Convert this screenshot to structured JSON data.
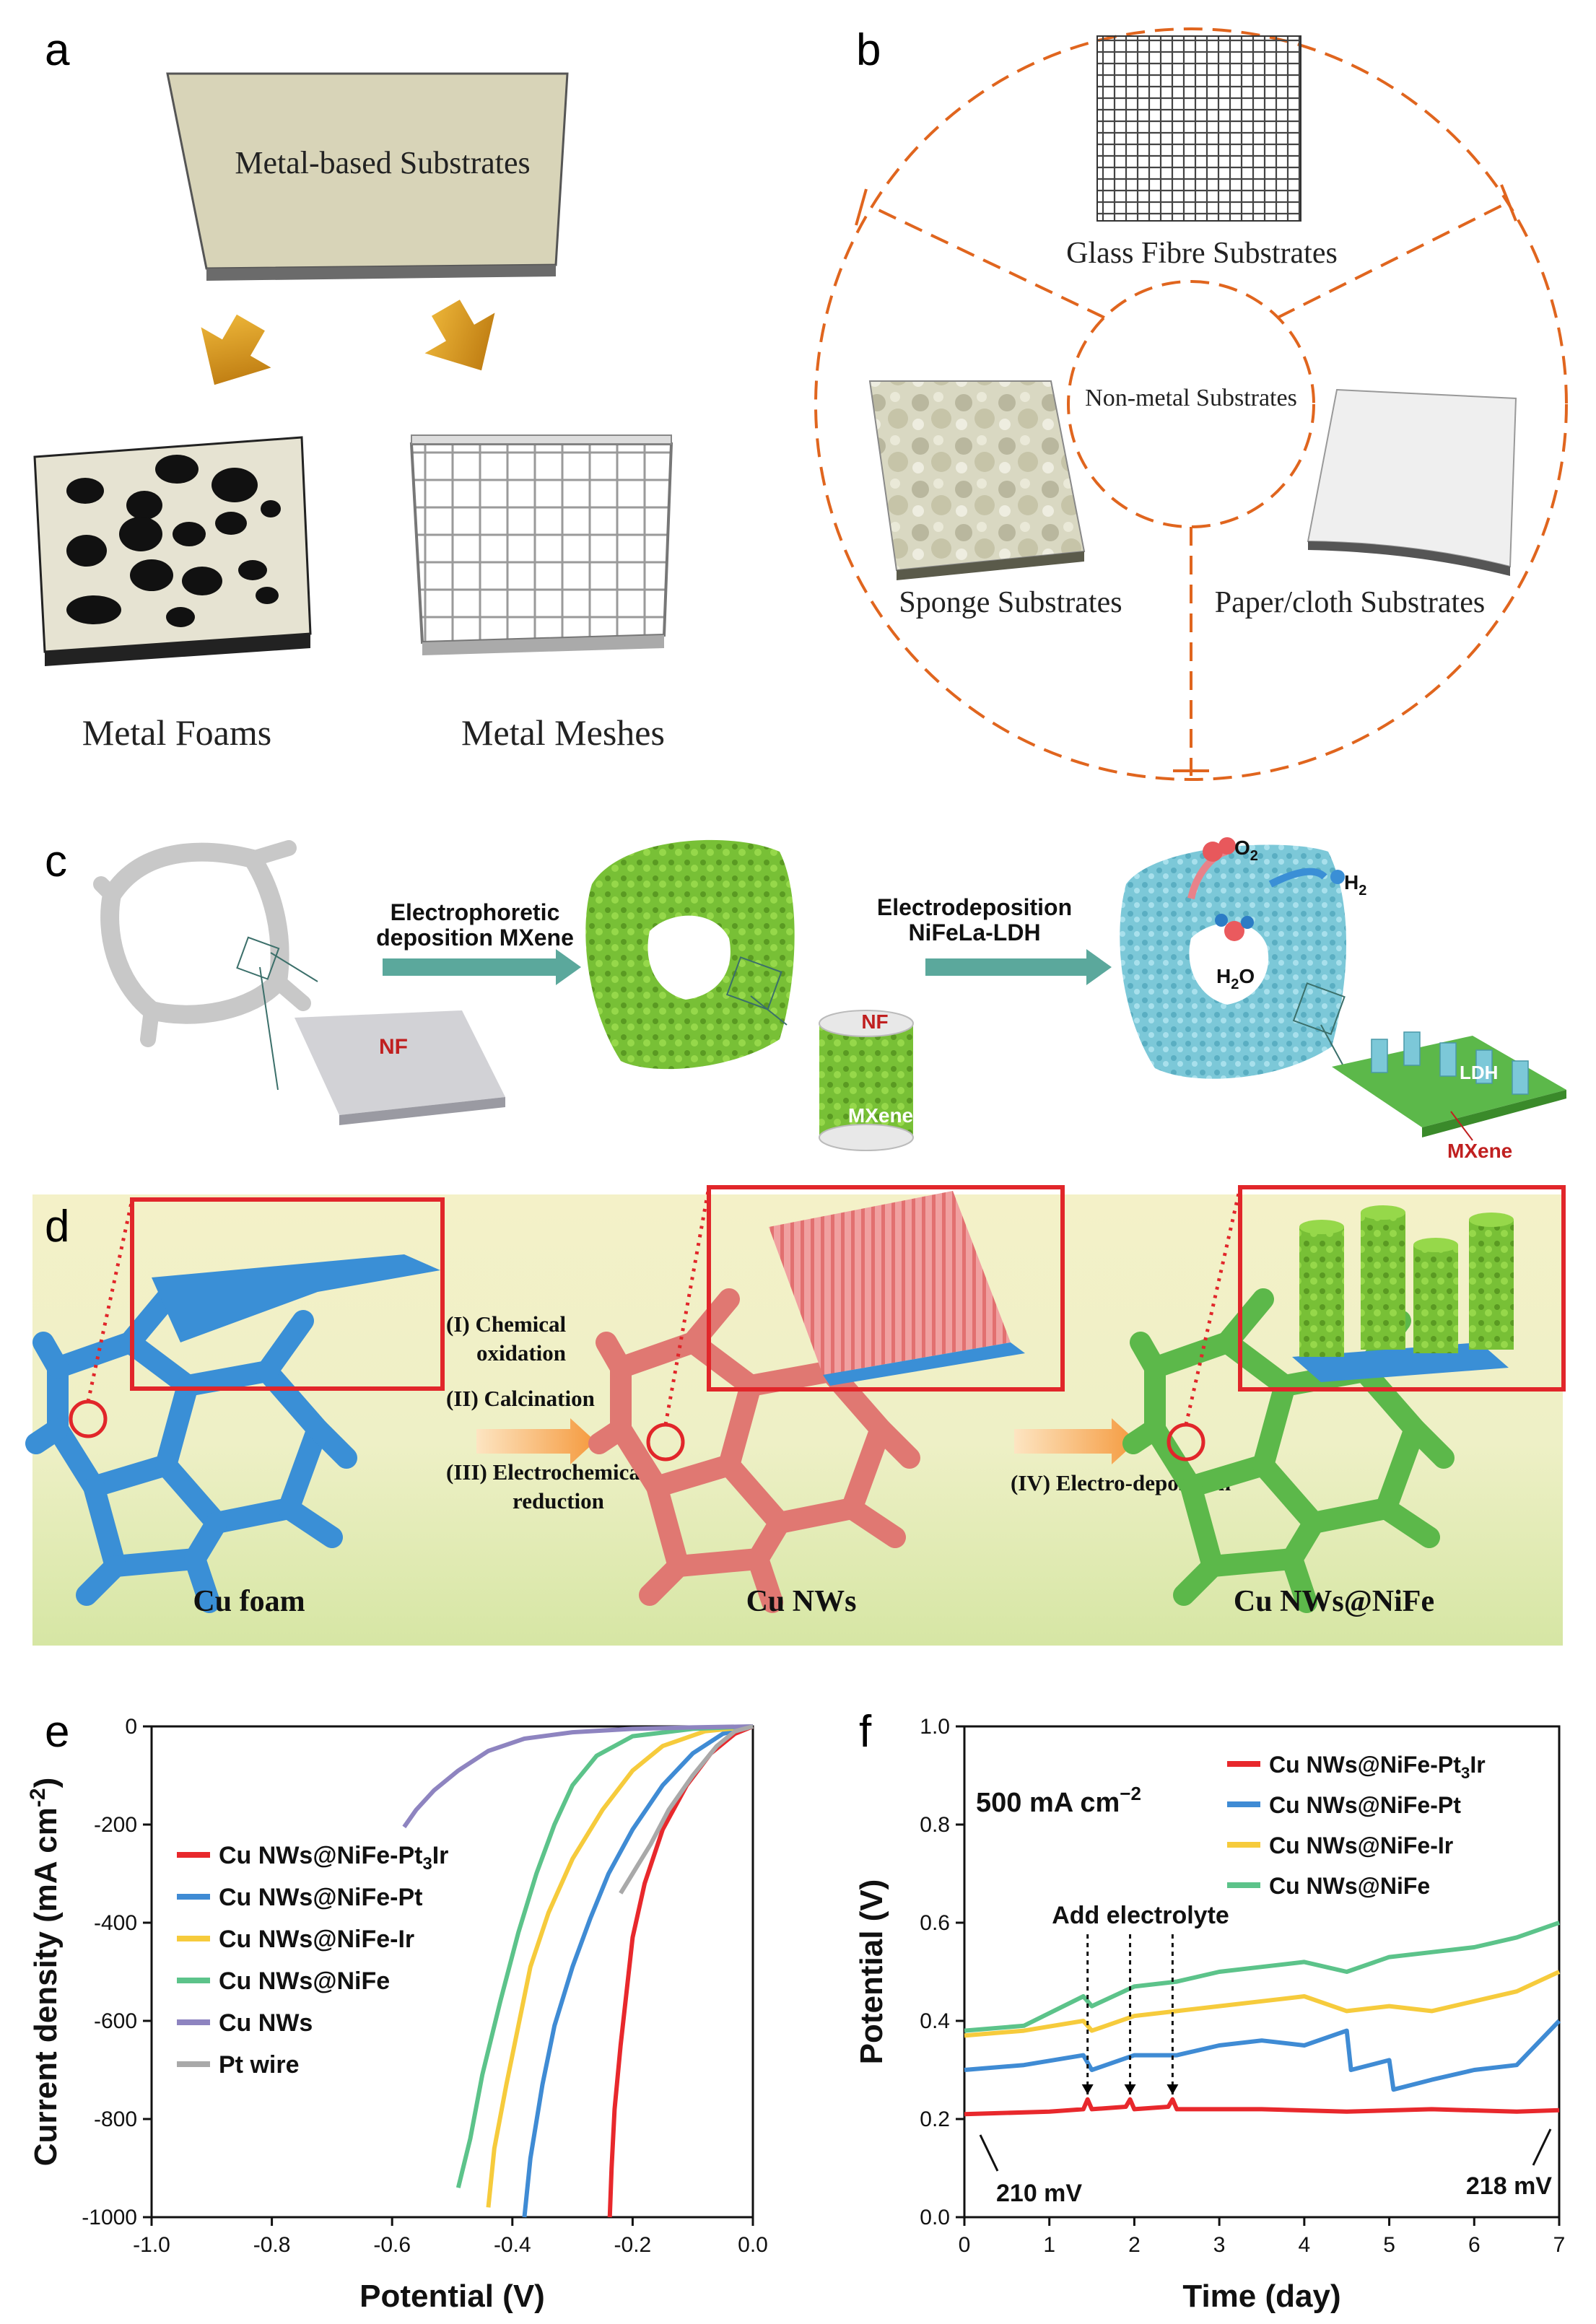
{
  "panels": {
    "a": {
      "label": "a",
      "substrate": "Metal-based Substrates",
      "foams": "Metal Foams",
      "meshes": "Metal Meshes"
    },
    "b": {
      "label": "b",
      "center": "Non-metal Substrates",
      "glass": "Glass Fibre Substrates",
      "sponge": "Sponge Substrates",
      "paper": "Paper/cloth Substrates"
    },
    "c": {
      "label": "c",
      "nf": "NF",
      "step1_line1": "Electrophoretic",
      "step1_line2": "deposition MXene",
      "step2_line1": "Electrodeposition",
      "step2_line2": "NiFeLa-LDH",
      "o2": "O",
      "o2_sub": "2",
      "h2": "H",
      "h2_sub": "2",
      "h2o": "H",
      "h2o_sub": "2",
      "h2o_tail": "O",
      "mxene": "MXene",
      "ldh": "LDH"
    },
    "d": {
      "label": "d",
      "step1": "(I) Chemical",
      "step1b": "oxidation",
      "step2": "(II) Calcination",
      "step3": "(III) Electrochemical",
      "step3b": "reduction",
      "step4": "(IV) Electro-deposition",
      "cu_foam": "Cu foam",
      "cu_nws": "Cu NWs",
      "cu_nws_nife": "Cu NWs@NiFe"
    }
  },
  "colors": {
    "red": "#e8282c",
    "blue": "#3f8bd4",
    "yellow": "#f6cb3c",
    "green": "#5cc38a",
    "purple": "#8e84c0",
    "gray": "#a9a9a9",
    "orange_dash": "#e0651e",
    "foam_blue": "#3a8fd6",
    "foam_red": "#e07872",
    "foam_green": "#5cb84a",
    "mxene_green": "#7cc43a",
    "ldh_cyan": "#7cc8d8"
  },
  "chart_data": [
    {
      "panel": "e",
      "type": "line",
      "xlabel": "Potential (V)",
      "ylabel": "Current density (mA cm",
      "ylabel_sup": "-2",
      "ylabel_tail": ")",
      "xlim": [
        -1.0,
        0.0
      ],
      "ylim": [
        -1000,
        0
      ],
      "xticks": [
        "-1.0",
        "-0.8",
        "-0.6",
        "-0.4",
        "-0.2",
        "0.0"
      ],
      "yticks": [
        "0",
        "-200",
        "-400",
        "-600",
        "-800",
        "-1000"
      ],
      "series": [
        {
          "name": "Cu NWs@NiFe-Pt",
          "sub": "3",
          "tail": "Ir",
          "color_key": "red",
          "x": [
            0.0,
            -0.03,
            -0.07,
            -0.11,
            -0.15,
            -0.18,
            -0.2,
            -0.21,
            -0.22,
            -0.23,
            -0.235,
            -0.238
          ],
          "y": [
            0,
            -15,
            -55,
            -120,
            -210,
            -320,
            -430,
            -540,
            -650,
            -780,
            -900,
            -1000
          ]
        },
        {
          "name": "Cu NWs@NiFe-Pt",
          "sub": "",
          "tail": "",
          "color_key": "blue",
          "x": [
            0.0,
            -0.05,
            -0.1,
            -0.15,
            -0.2,
            -0.24,
            -0.27,
            -0.3,
            -0.33,
            -0.35,
            -0.37,
            -0.38
          ],
          "y": [
            0,
            -15,
            -55,
            -120,
            -210,
            -300,
            -390,
            -490,
            -610,
            -730,
            -880,
            -1000
          ]
        },
        {
          "name": "Cu NWs@NiFe-Ir",
          "sub": "",
          "tail": "",
          "color_key": "yellow",
          "x": [
            0.0,
            -0.08,
            -0.15,
            -0.2,
            -0.25,
            -0.3,
            -0.34,
            -0.37,
            -0.39,
            -0.41,
            -0.43,
            -0.44
          ],
          "y": [
            0,
            -10,
            -40,
            -90,
            -170,
            -270,
            -380,
            -490,
            -610,
            -730,
            -860,
            -980
          ]
        },
        {
          "name": "Cu NWs@NiFe",
          "sub": "",
          "tail": "",
          "color_key": "green",
          "x": [
            0.0,
            -0.1,
            -0.2,
            -0.26,
            -0.3,
            -0.33,
            -0.36,
            -0.39,
            -0.42,
            -0.45,
            -0.47,
            -0.49
          ],
          "y": [
            0,
            -5,
            -20,
            -60,
            -120,
            -200,
            -300,
            -420,
            -560,
            -710,
            -840,
            -940
          ]
        },
        {
          "name": "Cu NWs",
          "sub": "",
          "tail": "",
          "color_key": "purple",
          "x": [
            0.0,
            -0.1,
            -0.2,
            -0.3,
            -0.38,
            -0.44,
            -0.49,
            -0.53,
            -0.56,
            -0.58
          ],
          "y": [
            0,
            -2,
            -5,
            -12,
            -25,
            -50,
            -90,
            -130,
            -170,
            -205
          ]
        },
        {
          "name": "Pt wire",
          "sub": "",
          "tail": "",
          "color_key": "gray",
          "x": [
            0.0,
            -0.03,
            -0.06,
            -0.1,
            -0.14,
            -0.17,
            -0.2,
            -0.22
          ],
          "y": [
            0,
            -10,
            -40,
            -100,
            -170,
            -240,
            -300,
            -340
          ]
        }
      ]
    },
    {
      "panel": "f",
      "type": "line",
      "xlabel": "Time (day)",
      "ylabel": "Potential (V)",
      "xlim": [
        0,
        7
      ],
      "ylim": [
        0.0,
        1.0
      ],
      "xticks": [
        "0",
        "1",
        "2",
        "3",
        "4",
        "5",
        "6",
        "7"
      ],
      "yticks": [
        "0.0",
        "0.2",
        "0.4",
        "0.6",
        "0.8",
        "1.0"
      ],
      "condition": "500 mA cm",
      "condition_sup": "−2",
      "annotation": "Add electrolyte",
      "markers": [
        1.45,
        1.95,
        2.45
      ],
      "start_label": "210 mV",
      "end_label": "218 mV",
      "series": [
        {
          "name": "Cu NWs@NiFe-Pt",
          "sub": "3",
          "tail": "Ir",
          "color_key": "red",
          "x": [
            0,
            1.0,
            1.4,
            1.45,
            1.5,
            1.9,
            1.95,
            2.0,
            2.4,
            2.45,
            2.5,
            3.5,
            4.5,
            5.5,
            6.5,
            7.0
          ],
          "y": [
            0.21,
            0.215,
            0.22,
            0.24,
            0.22,
            0.225,
            0.24,
            0.22,
            0.225,
            0.24,
            0.22,
            0.22,
            0.215,
            0.22,
            0.215,
            0.218
          ]
        },
        {
          "name": "Cu NWs@NiFe-Pt",
          "sub": "",
          "tail": "",
          "color_key": "blue",
          "x": [
            0,
            0.7,
            1.4,
            1.5,
            2.0,
            2.5,
            3.0,
            3.5,
            4.0,
            4.5,
            4.55,
            5.0,
            5.05,
            5.5,
            6.0,
            6.5,
            7.0
          ],
          "y": [
            0.3,
            0.31,
            0.33,
            0.3,
            0.33,
            0.33,
            0.35,
            0.36,
            0.35,
            0.38,
            0.3,
            0.32,
            0.26,
            0.28,
            0.3,
            0.31,
            0.4
          ]
        },
        {
          "name": "Cu NWs@NiFe-Ir",
          "sub": "",
          "tail": "",
          "color_key": "yellow",
          "x": [
            0,
            0.7,
            1.4,
            1.5,
            2.0,
            2.5,
            3.0,
            3.5,
            4.0,
            4.5,
            5.0,
            5.5,
            6.0,
            6.5,
            7.0
          ],
          "y": [
            0.37,
            0.38,
            0.4,
            0.38,
            0.41,
            0.42,
            0.43,
            0.44,
            0.45,
            0.42,
            0.43,
            0.42,
            0.44,
            0.46,
            0.5
          ]
        },
        {
          "name": "Cu NWs@NiFe",
          "sub": "",
          "tail": "",
          "color_key": "green",
          "x": [
            0,
            0.7,
            1.4,
            1.5,
            2.0,
            2.5,
            3.0,
            3.5,
            4.0,
            4.5,
            5.0,
            5.5,
            6.0,
            6.5,
            7.0
          ],
          "y": [
            0.38,
            0.39,
            0.45,
            0.43,
            0.47,
            0.48,
            0.5,
            0.51,
            0.52,
            0.5,
            0.53,
            0.54,
            0.55,
            0.57,
            0.6
          ]
        }
      ]
    }
  ]
}
